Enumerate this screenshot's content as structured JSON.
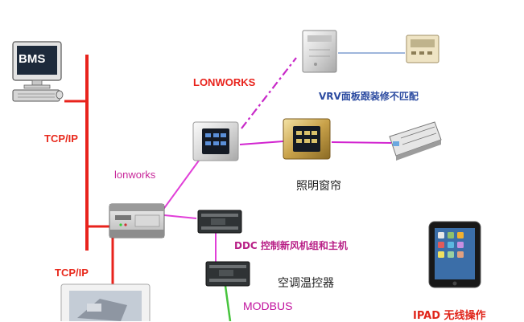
{
  "labels": {
    "bms": "BMS",
    "tcpip_top": "TCP/IP",
    "tcpip_bottom": "TCP/IP",
    "lonworks_title": "LONWORKS",
    "lonworks_link": "lonworks",
    "vrv": "VRV面板跟装修不匹配",
    "lighting": "照明窗帘",
    "ddc": "DDC 控制新风机组和主机",
    "thermostat": "空调温控器",
    "modbus": "MODBUS",
    "ipad": "IPAD 无线操作"
  },
  "colors": {
    "tcp_bus": "#e8231c",
    "lon_link": "#e13fd8",
    "wireless_link": "#d224d0",
    "vrv_link": "#9fb6dc",
    "modbus_link": "#46c43c"
  }
}
